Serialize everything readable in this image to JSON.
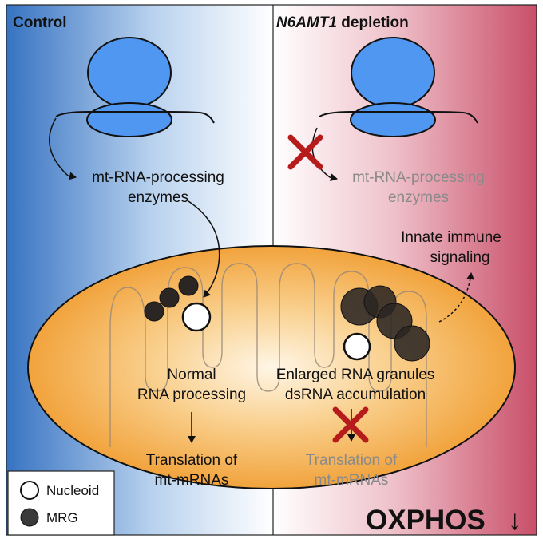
{
  "panels": {
    "control_title": "Control",
    "depletion_gene": "N6AMT1",
    "depletion_suffix": " depletion"
  },
  "enzymes_label": {
    "line1": "mt-RNA-processing",
    "line2": "enzymes"
  },
  "mitochondrion": {
    "left": {
      "line1": "Normal",
      "line2": "RNA processing",
      "translation_line1": "Translation of",
      "translation_line2": "mt-mRNAs"
    },
    "right": {
      "line1": "Enlarged RNA granules",
      "line2": "dsRNA accumulation",
      "translation_line1": "Translation of",
      "translation_line2": "mt-mRNAs"
    }
  },
  "innate": {
    "line1": "Innate immune",
    "line2": "signaling"
  },
  "legend": {
    "nucleoid": "Nucleoid",
    "mrg": "MRG"
  },
  "oxphos": {
    "label": "OXPHOS",
    "arrow": "↓"
  },
  "colors": {
    "left_edge": "#3a78c4",
    "right_edge": "#c9506a",
    "ribosome": "#4f97f0",
    "mito": "#f2a43a",
    "cross": "#b71c1c",
    "dim_text": "#8a8a8a"
  }
}
